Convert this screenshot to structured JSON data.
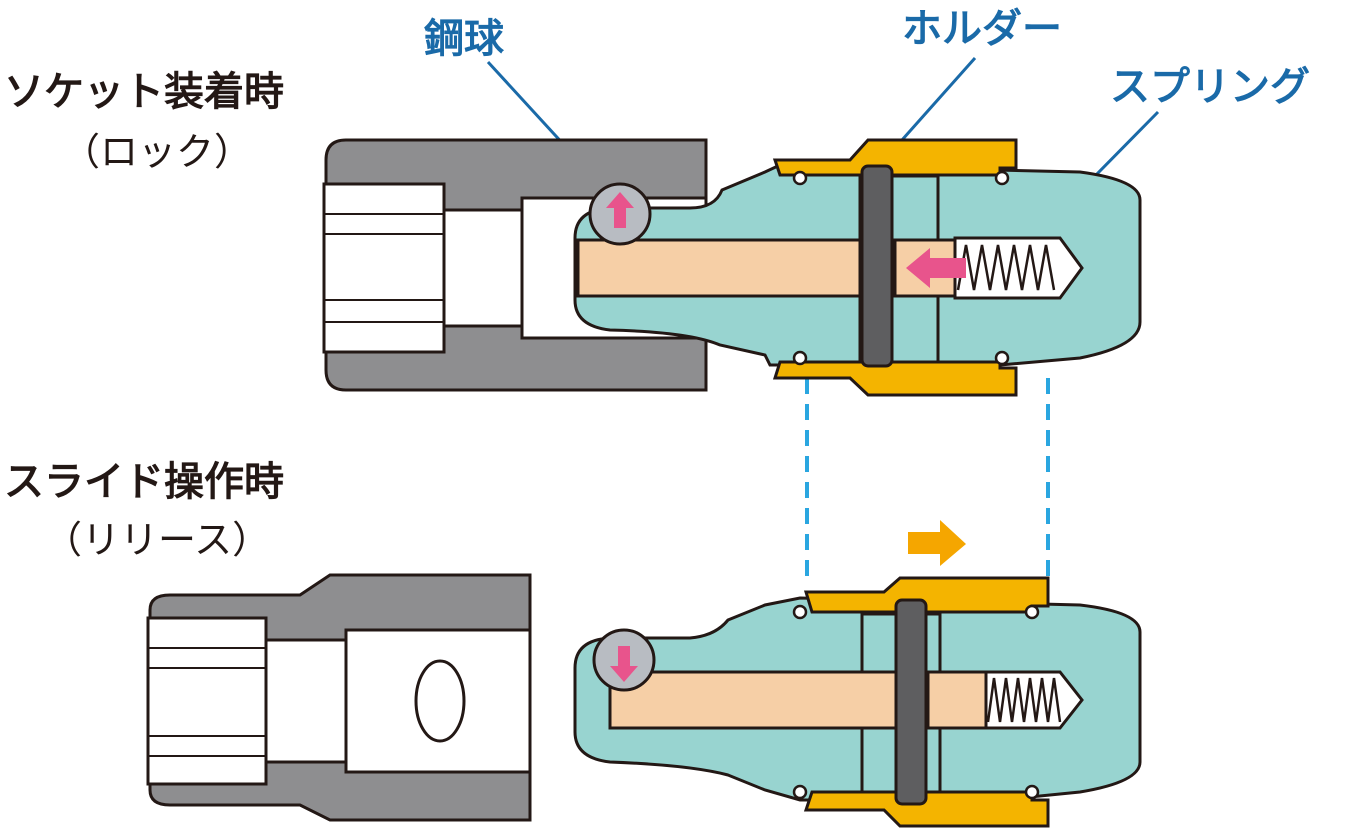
{
  "states": {
    "locked": {
      "title": "ソケット装着時",
      "subtitle": "（ロック）"
    },
    "release": {
      "title": "スライド操作時",
      "subtitle": "（リリース）"
    }
  },
  "callouts": {
    "ball": "鋼球",
    "holder": "ホルダー",
    "spring": "スプリング"
  },
  "colors": {
    "socket_body": "#8e8e90",
    "inner_bore": "#ffffff",
    "adapter_body": "#98d4d0",
    "holder_sleeve": "#f4b400",
    "pin": "#f6cfa6",
    "ball": "#b8bcc2",
    "arrow_ball": "#e8548c",
    "arrow_slide": "#f5a600",
    "callout_text": "#1a6aa8",
    "guide_line": "#2aa6e0",
    "outline": "#231815"
  },
  "icons": {
    "ball_up": "arrow-up-icon",
    "spring_push": "arrow-left-icon",
    "ball_down": "arrow-down-icon",
    "slide_right": "arrow-right-icon"
  }
}
